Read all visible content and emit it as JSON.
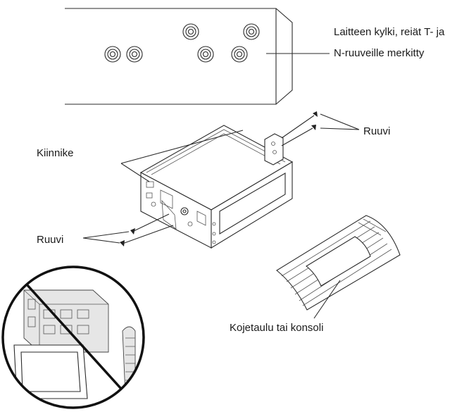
{
  "labels": {
    "device_side_line1": "Laitteen kylki, reiät T- ja",
    "device_side_line2": "N-ruuveille merkitty",
    "screw_top": "Ruuvi",
    "bracket": "Kiinnike",
    "screw_left": "Ruuvi",
    "dashboard": "Kojetaulu tai konsoli"
  },
  "icons": [
    "screw-hole-icon",
    "screw-icon",
    "prohibited-sign-icon"
  ]
}
